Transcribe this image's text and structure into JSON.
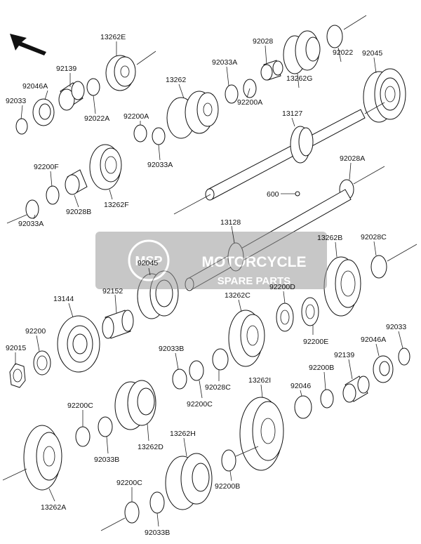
{
  "watermark": {
    "logo": "MSP",
    "line1": "MOTORCYCLE",
    "line2": "SPARE PARTS"
  },
  "labels": {
    "p13262E": "13262E",
    "p92028_top": "92028",
    "p92139_top": "92139",
    "p92046A_top": "92046A",
    "p92033_top": "92033",
    "p92022A": "92022A",
    "p92033A_top": "92033A",
    "p13262": "13262",
    "p92200A_top": "92200A",
    "p92022": "92022",
    "p92045_top": "92045",
    "p13262G": "13262G",
    "p13127": "13127",
    "p92200A_mid": "92200A",
    "p92033A_mid": "92033A",
    "p92200F": "92200F",
    "p92028B": "92028B",
    "p13262F": "13262F",
    "p92033A_left": "92033A",
    "p92028A": "92028A",
    "p600": "600",
    "p13128": "13128",
    "p92045_mid": "92045",
    "p13262B": "13262B",
    "p92028C_right": "92028C",
    "p92152": "92152",
    "p13144": "13144",
    "p92200D": "92200D",
    "p13262C": "13262C",
    "p92200": "92200",
    "p92200E": "92200E",
    "p92015": "92015",
    "p92033_right": "92033",
    "p92046A_right": "92046A",
    "p92033B_mid": "92033B",
    "p92139_right": "92139",
    "p92200B_mid": "92200B",
    "p92028C_mid": "92028C",
    "p92200C_mid": "92200C",
    "p13262I": "13262I",
    "p92046": "92046",
    "p92200C_left": "92200C",
    "p13262D": "13262D",
    "p92033B_left": "92033B",
    "p13262H": "13262H",
    "p13262A": "13262A",
    "p92200B_low": "92200B",
    "p92200C_bottom": "92200C",
    "p92033B_bottom": "92033B"
  }
}
